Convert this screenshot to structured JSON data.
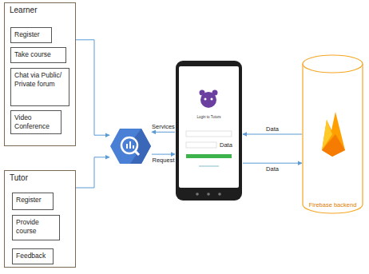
{
  "diagram": {
    "nodes": [
      {
        "text": [
          "Learner"
        ]
      },
      {
        "text": [
          "Register"
        ],
        "in": 0
      },
      {
        "text": [
          "Take course"
        ],
        "in": 0
      },
      {
        "text": [
          "Chat via Public/ Private forum"
        ],
        "in": 0
      },
      {
        "text": [
          "Video Conference"
        ],
        "in": 0
      },
      {
        "text": []
      },
      {
        "text": [
          "Login to Tutors"
        ]
      },
      {
        "text": [
          "Firebase backend"
        ]
      },
      {
        "text": [
          "Tutor"
        ]
      },
      {
        "text": [
          "Register"
        ],
        "in": 8
      },
      {
        "text": [
          "Provide course"
        ],
        "in": 8
      },
      {
        "text": [
          "Feedback"
        ],
        "in": 8
      }
    ],
    "edges": [
      {
        "from": 0,
        "to": 5,
        "arrow": "to"
      },
      {
        "from": 8,
        "to": 5,
        "arrow": "to"
      },
      {
        "from": 6,
        "to": 5,
        "label": "Services",
        "arrow": "to"
      },
      {
        "from": 5,
        "to": 6,
        "label": "Request",
        "arrow": "to"
      },
      {
        "from": 7,
        "to": 6,
        "label": "Data",
        "arrow": "to"
      },
      {
        "from": 6,
        "to": 7,
        "label": "Data",
        "arrow": "to"
      }
    ],
    "labels": [
      "Data"
    ]
  }
}
